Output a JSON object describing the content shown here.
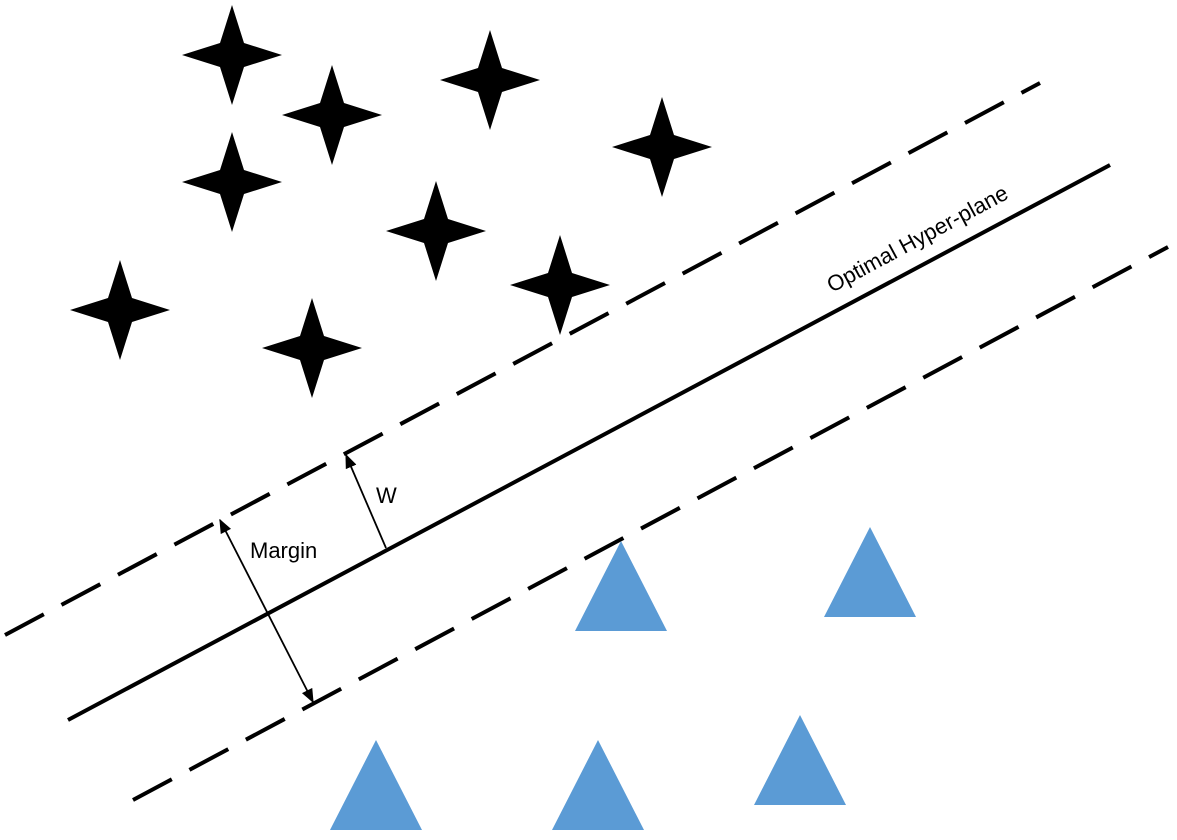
{
  "labels": {
    "hyperplane": "Optimal Hyper-plane",
    "w": "W",
    "margin": "Margin"
  },
  "colors": {
    "star": "#000000",
    "triangle": "#5b9bd5",
    "line": "#000000",
    "background": "#ffffff"
  },
  "legend": {
    "star_class_icon": "four-point-star-icon",
    "triangle_class_icon": "triangle-icon"
  }
}
